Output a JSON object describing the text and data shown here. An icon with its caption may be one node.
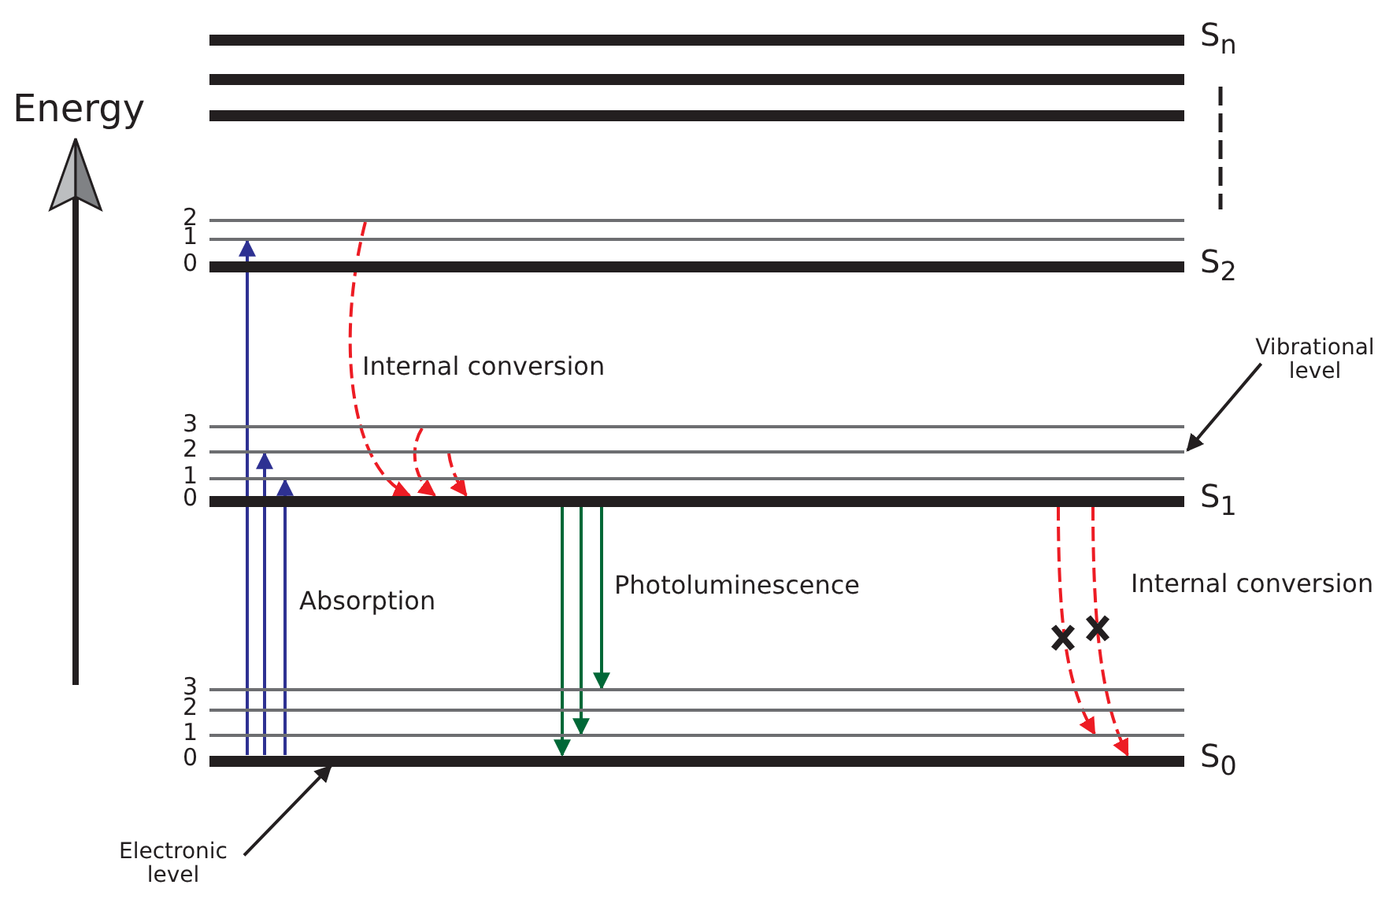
{
  "diagram": {
    "nodes": [
      {
        "text": [],
        "shape": "bar",
        "beside": [
          "S$_{n}$"
        ]
      },
      {
        "text": [],
        "shape": "bar"
      },
      {
        "text": [],
        "shape": "bar"
      },
      {
        "text": [],
        "shape": "bar",
        "beside": [
          "2"
        ]
      },
      {
        "text": [],
        "shape": "bar",
        "beside": [
          "1"
        ]
      },
      {
        "text": [],
        "shape": "bar",
        "beside": [
          "0",
          "S$_{2}$"
        ]
      },
      {
        "text": [],
        "shape": "bar",
        "beside": [
          "3"
        ]
      },
      {
        "text": [],
        "shape": "bar",
        "beside": [
          "2"
        ]
      },
      {
        "text": [],
        "shape": "bar",
        "beside": [
          "1"
        ]
      },
      {
        "text": [],
        "shape": "bar",
        "beside": [
          "0",
          "S$_{1}$"
        ]
      },
      {
        "text": [],
        "shape": "bar",
        "beside": [
          "3"
        ]
      },
      {
        "text": [],
        "shape": "bar",
        "beside": [
          "2"
        ]
      },
      {
        "text": [],
        "shape": "bar",
        "beside": [
          "1"
        ]
      },
      {
        "text": [],
        "shape": "bar",
        "beside": [
          "0",
          "S$_{0}$"
        ]
      },
      {
        "text": [
          "Vibrational level"
        ]
      },
      {
        "text": [
          "Electronic level"
        ]
      }
    ],
    "edges": [
      {
        "from": 13,
        "to": 4,
        "arrow": "to",
        "color": "#2e3192"
      },
      {
        "from": 13,
        "to": 7,
        "arrow": "to",
        "color": "#2e3192"
      },
      {
        "from": 13,
        "to": 8,
        "arrow": "to",
        "color": "#2e3192"
      },
      {
        "from": 3,
        "to": 9,
        "arrow": "to",
        "style": "dashed",
        "color": "#ed1c24"
      },
      {
        "from": 6,
        "to": 9,
        "arrow": "to",
        "style": "dashed",
        "color": "#ed1c24"
      },
      {
        "from": 7,
        "to": 9,
        "arrow": "to",
        "style": "dashed",
        "color": "#ed1c24"
      },
      {
        "from": 9,
        "to": 13,
        "arrow": "to",
        "color": "#006837"
      },
      {
        "from": 9,
        "to": 12,
        "arrow": "to",
        "color": "#006837"
      },
      {
        "from": 9,
        "to": 10,
        "arrow": "to",
        "color": "#006837"
      },
      {
        "from": 9,
        "to": 12,
        "arrow": "to",
        "style": "dashed",
        "color": "#ed1c24"
      },
      {
        "from": 9,
        "to": 13,
        "arrow": "to",
        "style": "dashed",
        "color": "#ed1c24"
      },
      {
        "from": 14,
        "to": 7,
        "arrow": "to",
        "color": "#231f20"
      },
      {
        "from": 15,
        "to": 13,
        "arrow": "to",
        "color": "#231f20"
      }
    ],
    "labels": [
      "Energy",
      "Internal conversion",
      "Absorption",
      "Photoluminescence",
      "Internal conversion"
    ]
  }
}
